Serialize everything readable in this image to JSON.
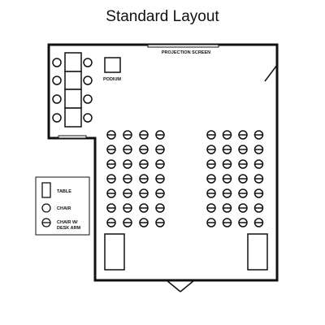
{
  "title": "Standard Layout",
  "labels": {
    "projection_screen": "PROJECTION SCREEN",
    "podium": "PODIUM"
  },
  "legend": {
    "table": "TABLE",
    "chair": "CHAIR",
    "chair_desk_arm_line1": "CHAIR W/",
    "chair_desk_arm_line2": "DESK ARM"
  },
  "seating": {
    "left_block": {
      "rows": 7,
      "columns": 4
    },
    "right_block": {
      "rows": 7,
      "columns": 4
    },
    "front_tables": 4,
    "front_chairs": 8
  },
  "colors": {
    "stroke": "#111111",
    "background": "#ffffff"
  }
}
